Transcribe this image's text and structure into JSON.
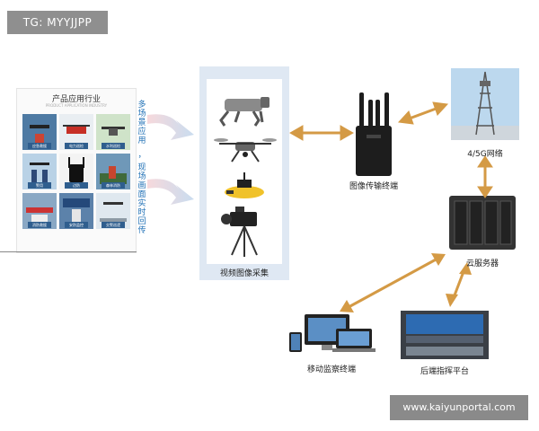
{
  "tag": "TG: MYYJJPP",
  "watermark": "www.kaiyunportal.com",
  "panel": {
    "title": "产品应用行业",
    "subtitle": "PRODUCT APPLICATION INDUSTRY",
    "captions": [
      "应急救援",
      "电力巡检",
      "水利巡检",
      "警用",
      "边防",
      "森林消防",
      "消防救援",
      "安防监控",
      "交警巡逻"
    ]
  },
  "side_text": {
    "left": "多场景应用",
    "comma": "，",
    "right": "现场画面实时回传"
  },
  "nodes": {
    "collect": "视频图像采集",
    "transmit": "图像传输终端",
    "network": "4/5G网络",
    "cloud": "云服务器",
    "mobile": "移动监察终端",
    "command": "后端指挥平台"
  },
  "colors": {
    "arrow": "#d49a45",
    "text_blue": "#1e6fb5",
    "collect_bg": "#dfe8f3"
  }
}
